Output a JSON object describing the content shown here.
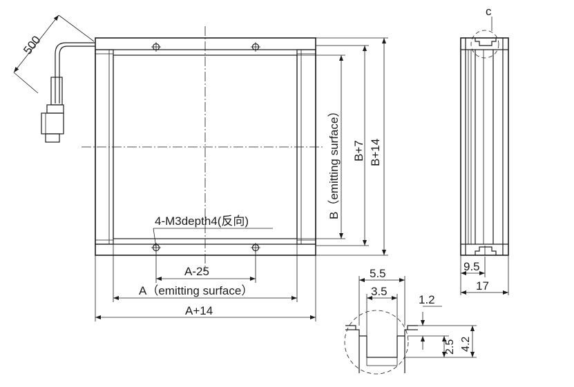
{
  "labels": {
    "cable_length": "500",
    "holes": "4-M3depth4(反向)",
    "a_minus_25": "A-25",
    "a_emitting": "A（emitting surface）",
    "a_plus_14": "A+14",
    "b_emitting": "B（emitting surface）",
    "b_plus_7": "B+7",
    "b_plus_14": "B+14",
    "detail_c": "c",
    "side_9_5": "9.5",
    "side_17": "17",
    "det_5_5": "5.5",
    "det_3_5": "3.5",
    "det_1_2": "1.2",
    "det_2_5": "2.5",
    "det_4_2": "4.2"
  }
}
